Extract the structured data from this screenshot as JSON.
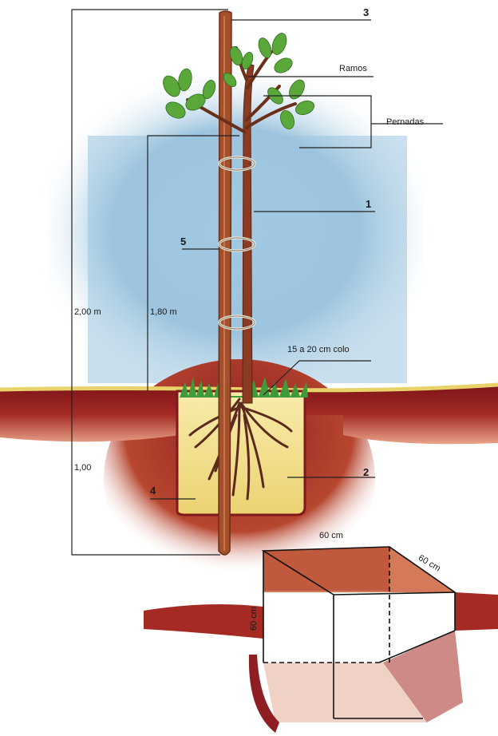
{
  "labels": {
    "n3": "3",
    "ramos": "Ramos",
    "pernadas": "Pernadas",
    "n1": "1",
    "n5": "5",
    "h200": "2,00 m",
    "h180": "1,80 m",
    "colo": "15 a 20 cm colo",
    "depth100": "1,00",
    "n2": "2",
    "n4": "4",
    "pit_width": "60 cm",
    "pit_length": "60 cm",
    "pit_depth": "60 cm"
  },
  "colors": {
    "sky": "#9cc4de",
    "soil": "#8e1e22",
    "fill": "#f2e08a",
    "stake": "#a3502b",
    "trunk": "#8a3b22",
    "leaf": "#5aa83a",
    "line": "#222222"
  }
}
